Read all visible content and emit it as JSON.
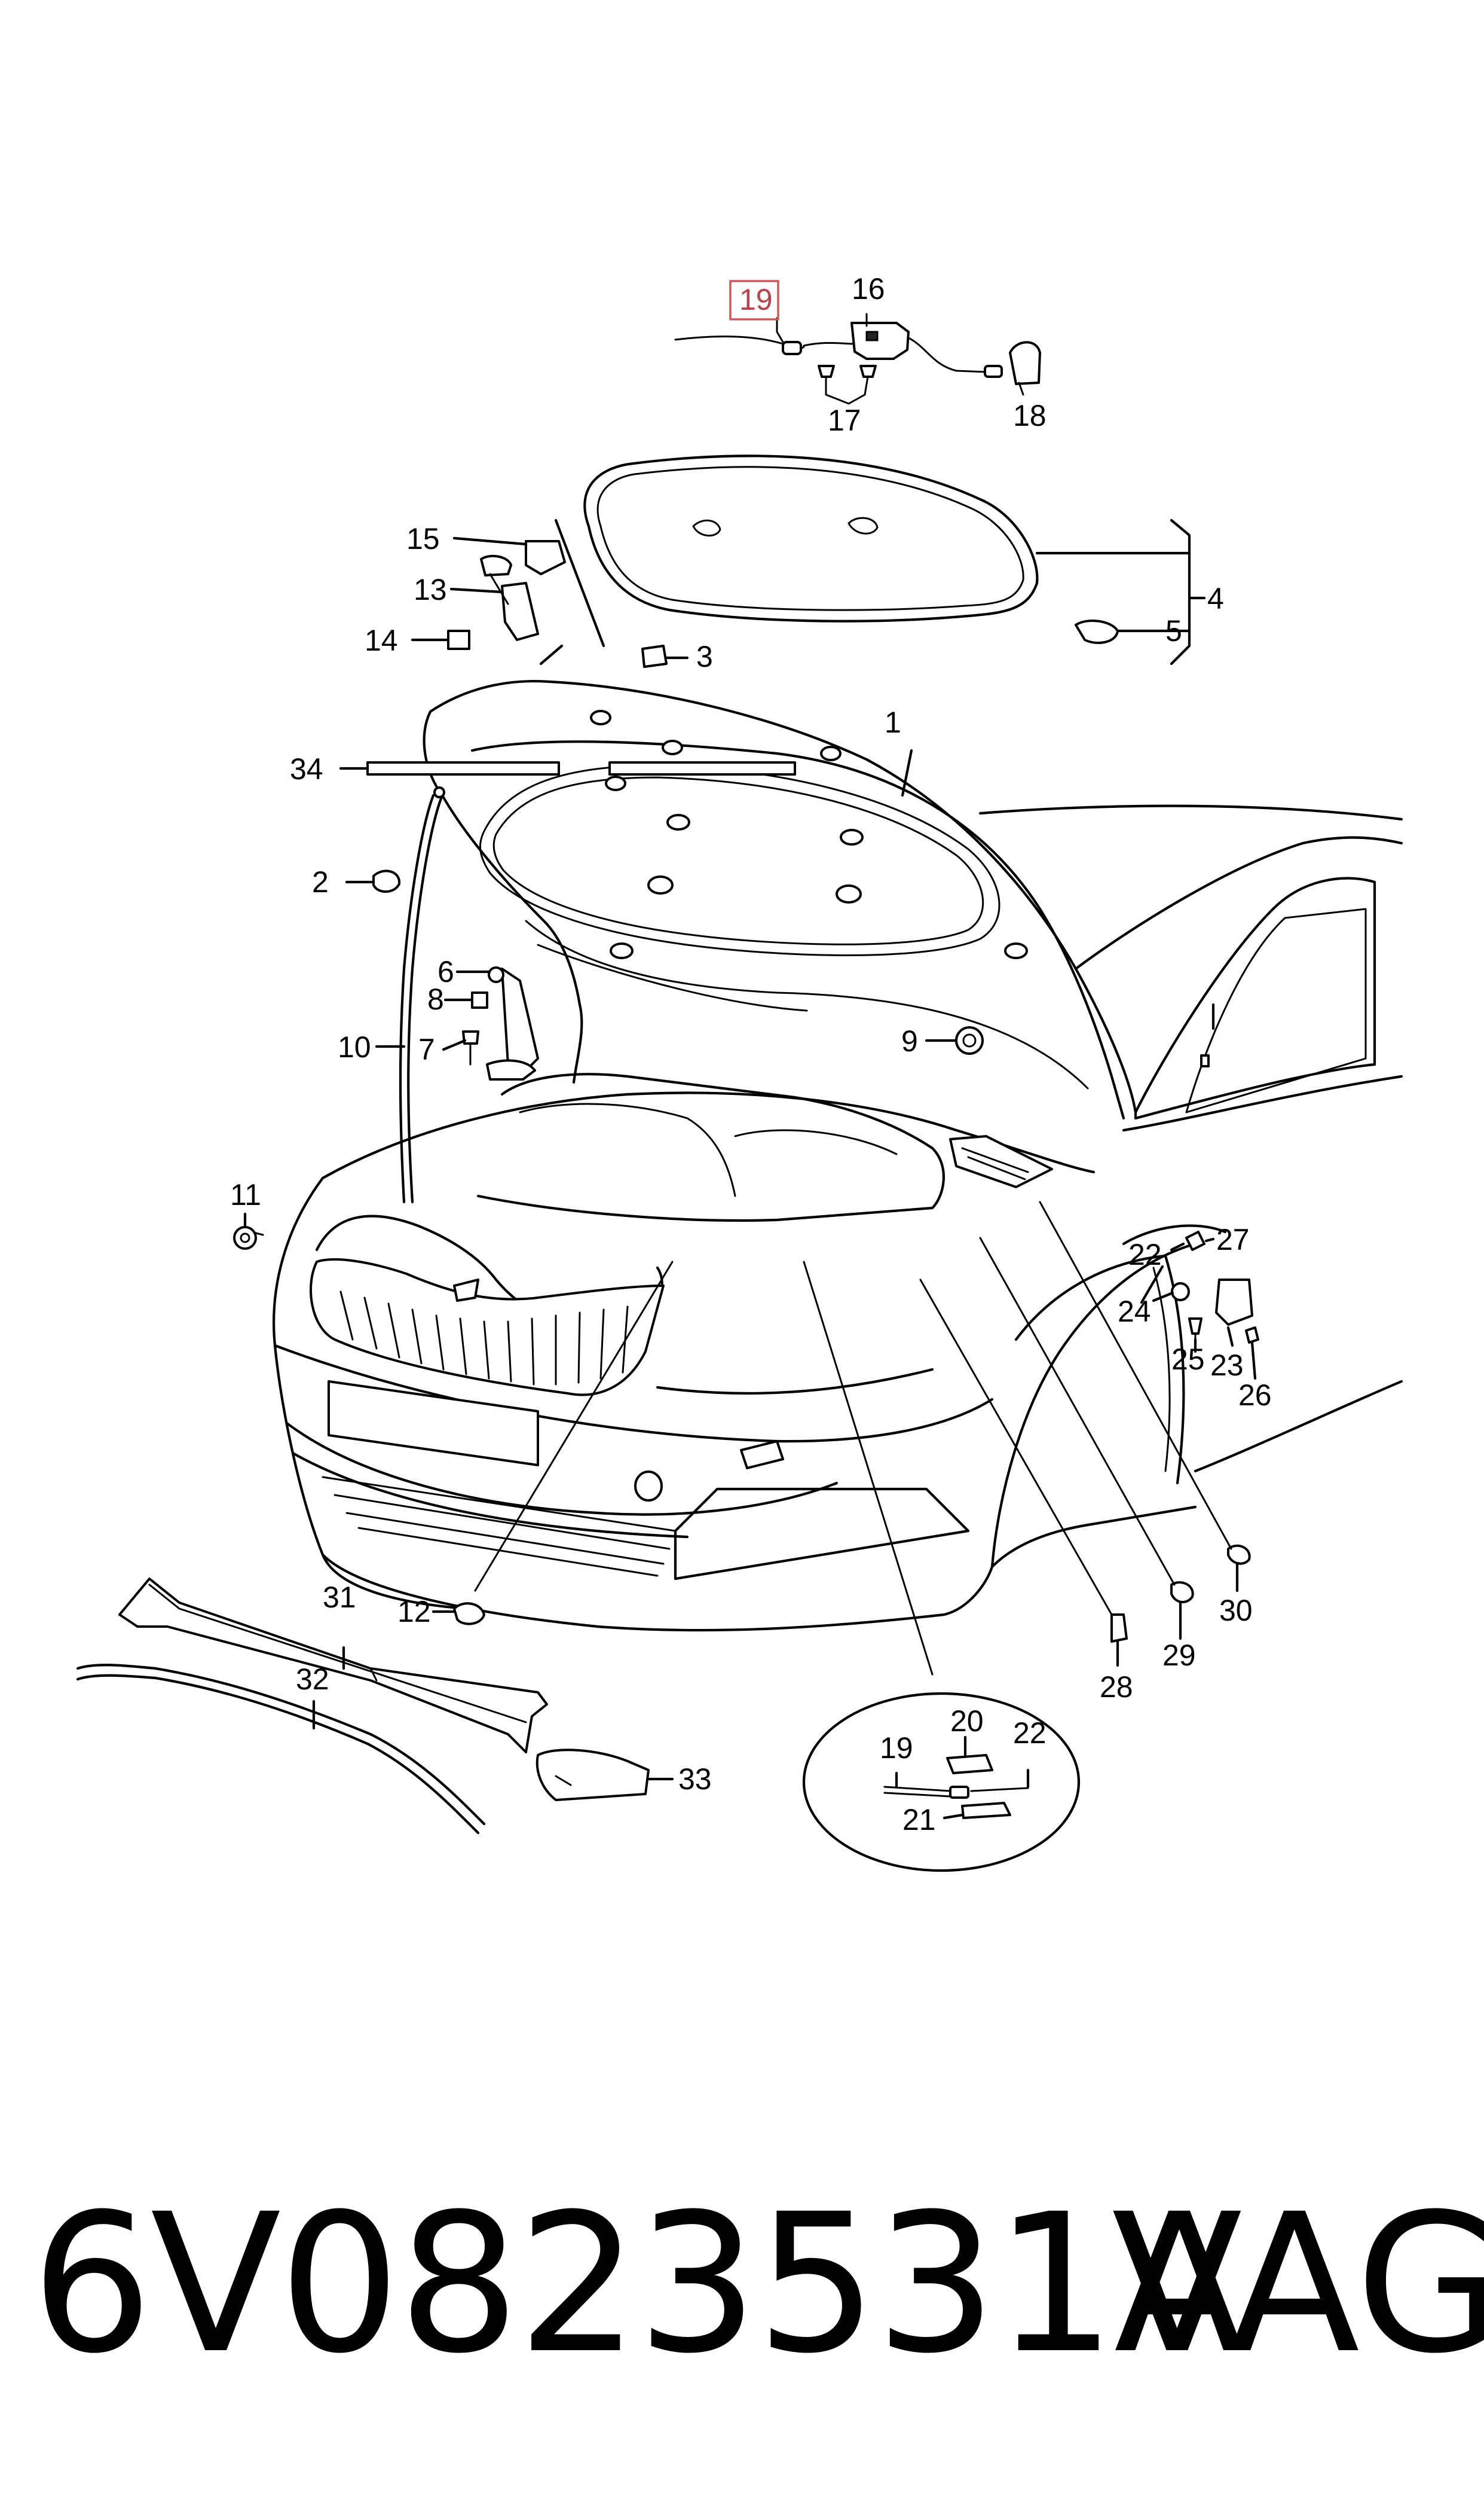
{
  "callouts": {
    "c1": "1",
    "c2": "2",
    "c3": "3",
    "c4": "4",
    "c5": "5",
    "c6": "6",
    "c7": "7",
    "c8": "8",
    "c9": "9",
    "c10": "10",
    "c11": "11",
    "c12": "12",
    "c13": "13",
    "c14": "14",
    "c15": "15",
    "c16": "16",
    "c17": "17",
    "c18": "18",
    "c19_top": "19",
    "c19_detail": "19",
    "c20": "20",
    "c21": "21",
    "c22_detail": "22",
    "c22": "22",
    "c23": "23",
    "c24": "24",
    "c25": "25",
    "c26": "26",
    "c27": "27",
    "c28": "28",
    "c29": "29",
    "c30": "30",
    "c31": "31",
    "c32": "32",
    "c33": "33",
    "c34": "34"
  },
  "highlighted_callout": "19",
  "footer": {
    "part_number": "6V0823531A",
    "brand": "VAG"
  },
  "colors": {
    "line": "#000000",
    "highlight": "#d0585f",
    "background": "#ffffff"
  }
}
